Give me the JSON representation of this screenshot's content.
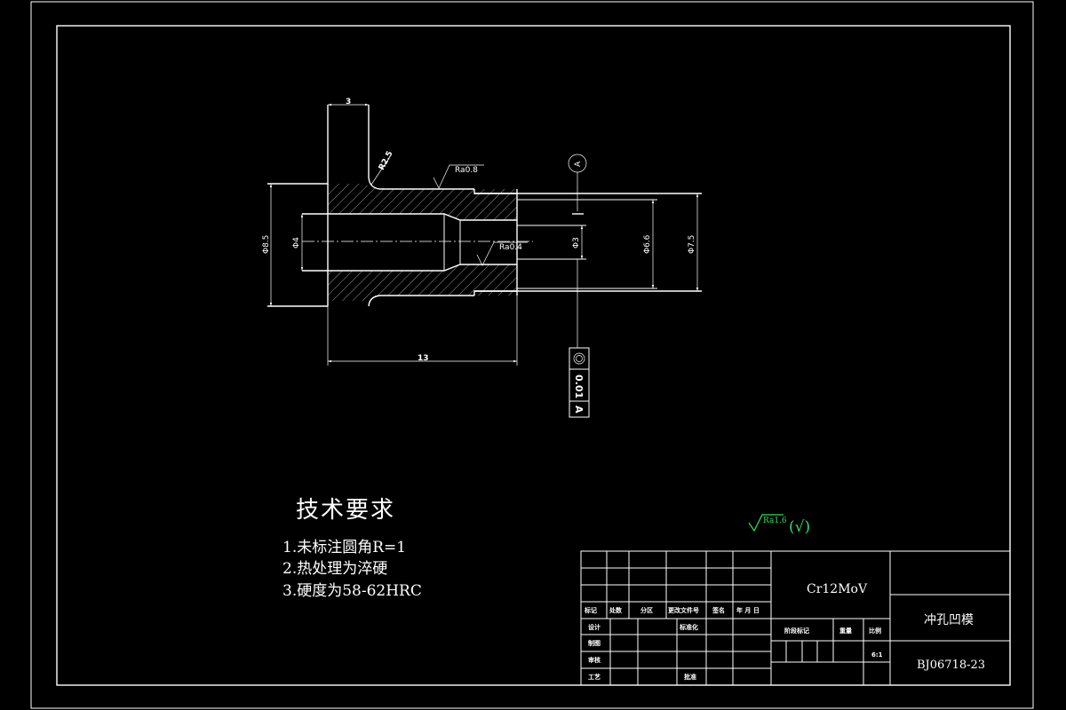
{
  "drawing": {
    "dimensions": {
      "top_width": "3",
      "radius": "R2.5",
      "roughness_outer": "Ra0.8",
      "roughness_inner": "Ra0.4",
      "dia_outer_left": "Φ8.5",
      "dia_bore_left": "Φ4",
      "dia_hole": "Φ3",
      "dia_mid": "Φ6.6",
      "dia_right": "Φ7.5",
      "length": "13",
      "datum": "A"
    },
    "tolerance_frame": {
      "symbol": "◎",
      "value": "0.01",
      "datum": "A"
    }
  },
  "notes": {
    "title": "技术要求",
    "lines": [
      "1.未标注圆角R=1",
      "2.热处理为淬硬",
      "3.硬度为58-62HRC"
    ]
  },
  "general_roughness": {
    "value": "Ra1.6",
    "suffix": "(√)"
  },
  "title_block": {
    "material": "Cr12MoV",
    "part_name": "冲孔凹模",
    "drawing_no": "BJ06718-23",
    "headers": [
      "标记",
      "处数",
      "分区",
      "更改文件号",
      "签名",
      "年 月 日"
    ],
    "rows": {
      "design": "设计",
      "standardize": "标准化",
      "drafting": "制图",
      "review": "审核",
      "process": "工艺",
      "approve": "批准"
    },
    "stage": "阶段标记",
    "weight": "重量",
    "scale_label": "比例",
    "scale": "6:1"
  },
  "colors": {
    "background": "#000000",
    "lines": "#ffffff",
    "roughness_symbol": "#2ee05a"
  }
}
